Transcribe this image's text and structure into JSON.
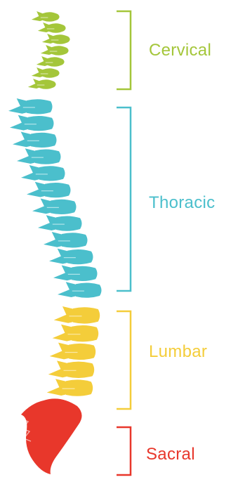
{
  "diagram": {
    "regions": [
      {
        "id": "cervical",
        "label": "Cervical",
        "color": "#a4c63a",
        "vertebrae_count": 7
      },
      {
        "id": "thoracic",
        "label": "Thoracic",
        "color": "#4bbfcc",
        "vertebrae_count": 12
      },
      {
        "id": "lumbar",
        "label": "Lumbar",
        "color": "#f4cd3a",
        "vertebrae_count": 5
      },
      {
        "id": "sacral",
        "label": "Sacral",
        "color": "#e8372b",
        "vertebrae_count": 1
      }
    ]
  }
}
